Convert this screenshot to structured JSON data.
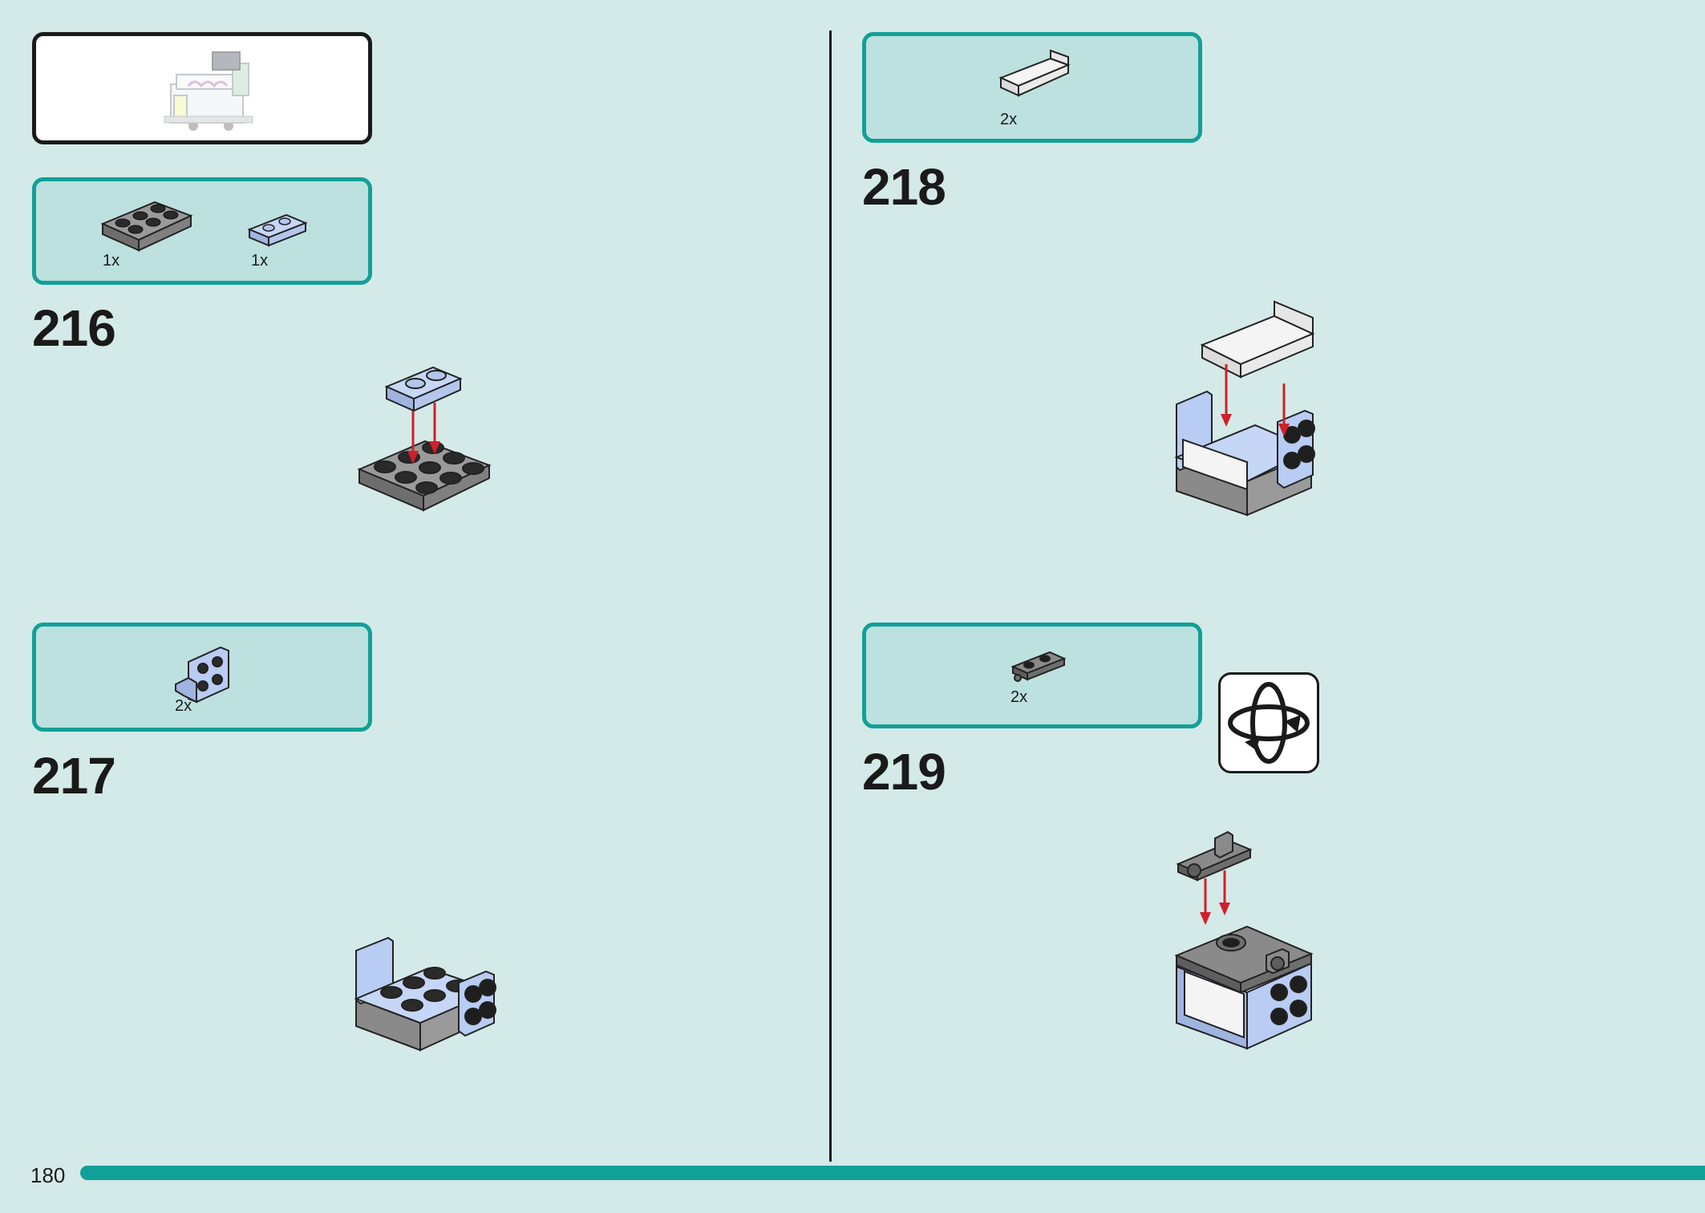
{
  "page": {
    "number": "180"
  },
  "colors": {
    "background": "#d4eae8",
    "accent": "#11a098",
    "parts_box_fill": "#bde1df",
    "arrow": "#d0202a",
    "brick_light_blue": "#b8ccf4",
    "brick_dark_gray": "#8c8c8c",
    "brick_white": "#f4f4f4"
  },
  "steps": [
    {
      "number": "216",
      "parts": [
        {
          "qty": "1x",
          "name": "dark-gray-plate-2x3",
          "icon": "plate-icon"
        },
        {
          "qty": "1x",
          "name": "light-blue-plate-1x2",
          "icon": "plate-icon"
        }
      ]
    },
    {
      "number": "217",
      "parts": [
        {
          "qty": "2x",
          "name": "light-blue-bracket-1x2-2x2",
          "icon": "bracket-icon"
        }
      ]
    },
    {
      "number": "218",
      "parts": [
        {
          "qty": "2x",
          "name": "white-slope-panel",
          "icon": "panel-icon"
        }
      ]
    },
    {
      "number": "219",
      "parts": [
        {
          "qty": "2x",
          "name": "dark-gray-plate-with-clip",
          "icon": "clip-plate-icon"
        }
      ],
      "callout": "rotate-model-icon"
    }
  ]
}
